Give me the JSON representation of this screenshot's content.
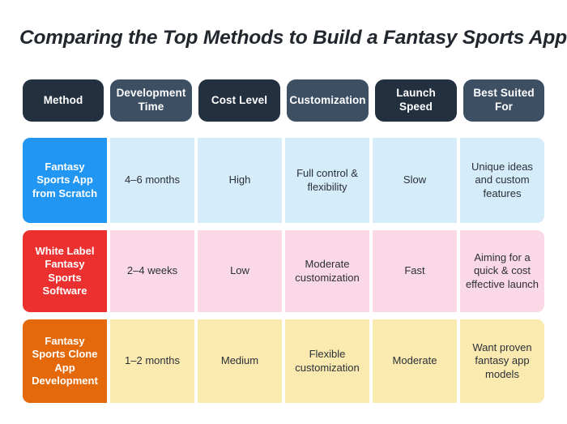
{
  "title": "Comparing the Top Methods to Build a Fantasy Sports App",
  "colors": {
    "header_dark": "#22303f",
    "header_light": "#3c4f63",
    "row1_label": "#2196f3",
    "row1_body": "#d5ecfb",
    "row2_label": "#ec3030",
    "row2_body": "#fbd8e6",
    "row3_label": "#e4690b",
    "row3_body": "#faeab0",
    "page_background": "#ffffff",
    "title_color": "#22262e"
  },
  "table": {
    "headers": [
      {
        "label": "Method",
        "tone": "dark"
      },
      {
        "label": "Development Time",
        "tone": "light"
      },
      {
        "label": "Cost Level",
        "tone": "dark"
      },
      {
        "label": "Customization",
        "tone": "light"
      },
      {
        "label": "Launch Speed",
        "tone": "dark"
      },
      {
        "label": "Best Suited For",
        "tone": "light"
      }
    ],
    "rows": [
      {
        "method": "Fantasy Sports App from Scratch",
        "development_time": "4–6 months",
        "cost_level": "High",
        "customization": "Full control & flexibility",
        "launch_speed": "Slow",
        "best_suited_for": "Unique ideas and custom features"
      },
      {
        "method": "White Label Fantasy Sports Software",
        "development_time": "2–4 weeks",
        "cost_level": "Low",
        "customization": "Moderate customization",
        "launch_speed": "Fast",
        "best_suited_for": "Aiming for a quick & cost effective launch"
      },
      {
        "method": "Fantasy Sports Clone App Development",
        "development_time": "1–2 months",
        "cost_level": "Medium",
        "customization": "Flexible customization",
        "launch_speed": "Moderate",
        "best_suited_for": "Want proven fantasy app models"
      }
    ]
  }
}
